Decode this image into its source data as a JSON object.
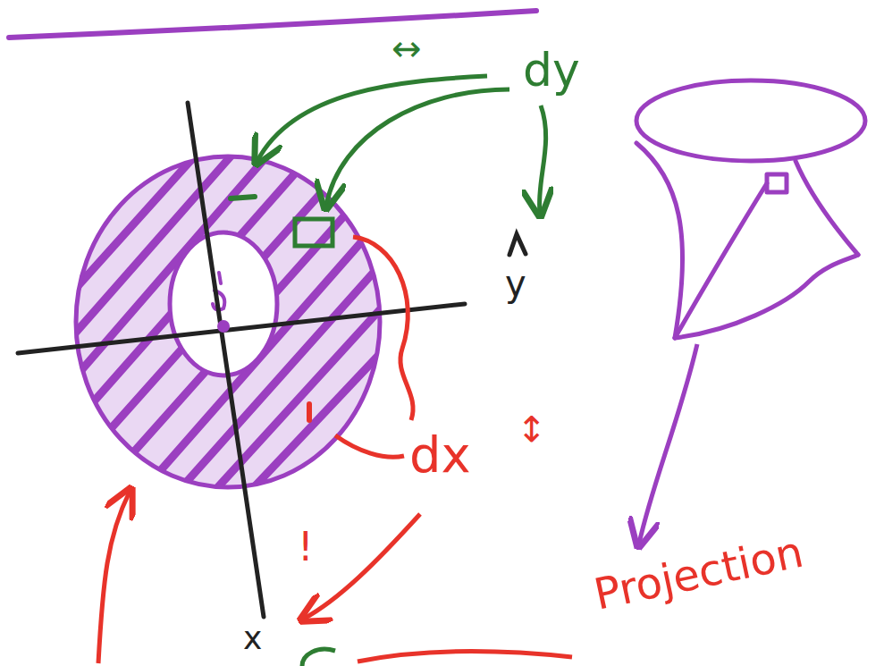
{
  "diagram": {
    "labels": [
      "↔",
      "dy",
      "y",
      "dx",
      "↕",
      "!",
      "x",
      "Projection"
    ]
  }
}
